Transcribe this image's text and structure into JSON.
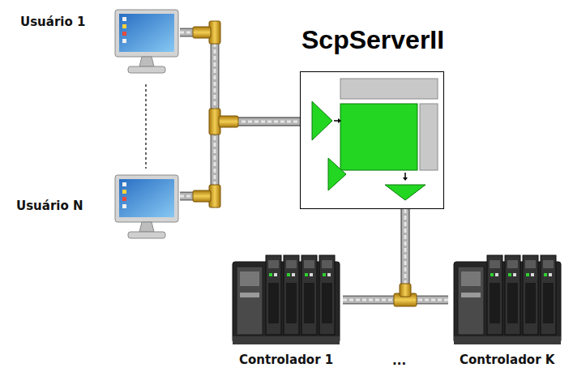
{
  "diagram": {
    "nodes": [
      {
        "text": [
          "Usuário 1"
        ]
      },
      {
        "text": [
          "Usuário N"
        ]
      },
      {
        "text": [
          "ScpServerII"
        ]
      },
      {
        "text": [
          "Controlador 1"
        ]
      },
      {
        "text": [
          "Controlador K"
        ]
      }
    ],
    "edges": [
      {
        "from": 0,
        "to": 2,
        "arrow": "none"
      },
      {
        "from": 1,
        "to": 2,
        "arrow": "none"
      },
      {
        "from": 2,
        "to": 3,
        "arrow": "none"
      },
      {
        "from": 2,
        "to": 4,
        "arrow": "none"
      }
    ],
    "labels": [
      "..."
    ]
  }
}
